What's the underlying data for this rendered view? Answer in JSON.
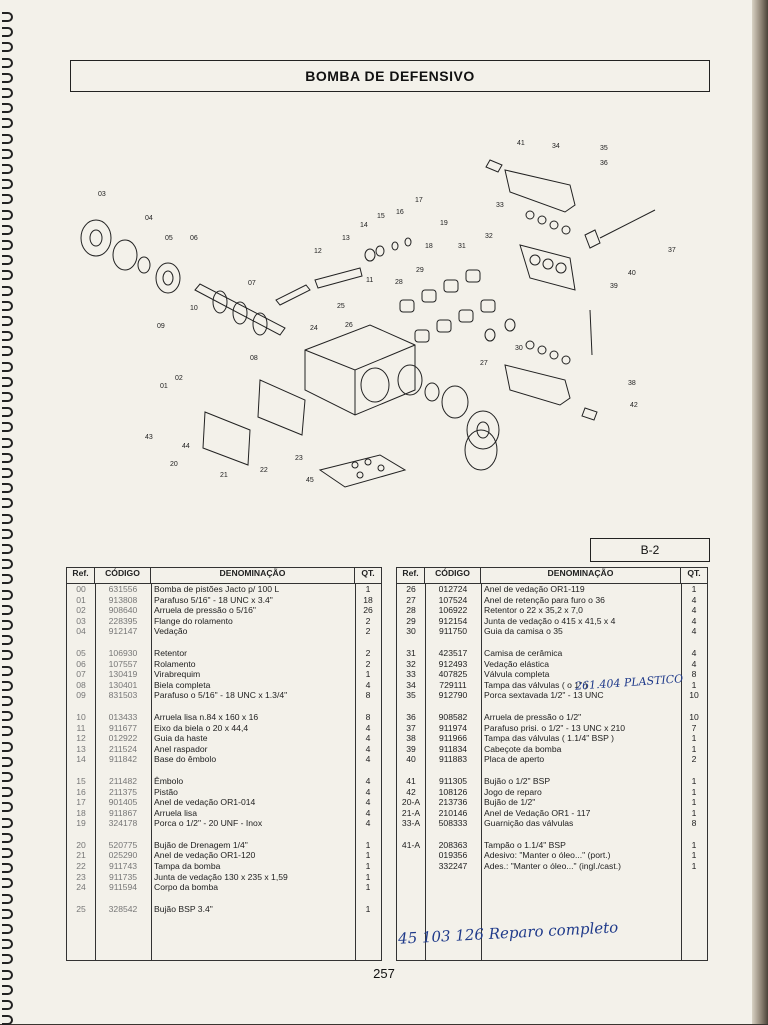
{
  "title": "BOMBA DE DEFENSIVO",
  "section": "B-2",
  "page_number": "257",
  "diagram_labels": [
    "01",
    "02",
    "03",
    "04",
    "05",
    "06",
    "07",
    "08",
    "09",
    "10",
    "11",
    "12",
    "13",
    "14",
    "15",
    "16",
    "17",
    "18",
    "19",
    "20",
    "21",
    "22",
    "23",
    "24",
    "25",
    "26",
    "27",
    "28",
    "29",
    "30",
    "31",
    "32",
    "33",
    "34",
    "35",
    "36",
    "37",
    "38",
    "39",
    "40",
    "41",
    "42",
    "43",
    "44",
    "45"
  ],
  "headers": {
    "ref": "Ref.",
    "codigo": "CÓDIGO",
    "denominacao": "DENOMINAÇÃO",
    "qt": "QT."
  },
  "left_rows": [
    {
      "ref": "00",
      "code": "631556",
      "desc": "Bomba de pistões Jacto p/ 100 L",
      "qt": "1"
    },
    {
      "ref": "01",
      "code": "913808",
      "desc": "Parafuso 5/16\" - 18 UNC x 3.4\"",
      "qt": "18"
    },
    {
      "ref": "02",
      "code": "908640",
      "desc": "Arruela de pressão o 5/16\"",
      "qt": "26"
    },
    {
      "ref": "03",
      "code": "228395",
      "desc": "Flange do rolamento",
      "qt": "2"
    },
    {
      "ref": "04",
      "code": "912147",
      "desc": "Vedação",
      "qt": "2"
    },
    {
      "ref": "05",
      "code": "106930",
      "desc": "Retentor",
      "qt": "2"
    },
    {
      "ref": "06",
      "code": "107557",
      "desc": "Rolamento",
      "qt": "2"
    },
    {
      "ref": "07",
      "code": "130419",
      "desc": "Virabrequim",
      "qt": "1"
    },
    {
      "ref": "08",
      "code": "130401",
      "desc": "Biela completa",
      "qt": "4"
    },
    {
      "ref": "09",
      "code": "831503",
      "desc": "Parafuso o 5/16\" - 18 UNC x 1.3/4\"",
      "qt": "8"
    },
    {
      "ref": "10",
      "code": "013433",
      "desc": "Arruela lisa n.84 x 160 x 16",
      "qt": "8"
    },
    {
      "ref": "11",
      "code": "911677",
      "desc": "Eixo da biela o 20 x 44,4",
      "qt": "4"
    },
    {
      "ref": "12",
      "code": "012922",
      "desc": "Guia da haste",
      "qt": "4"
    },
    {
      "ref": "13",
      "code": "211524",
      "desc": "Anel raspador",
      "qt": "4"
    },
    {
      "ref": "14",
      "code": "911842",
      "desc": "Base do êmbolo",
      "qt": "4"
    },
    {
      "ref": "15",
      "code": "211482",
      "desc": "Êmbolo",
      "qt": "4"
    },
    {
      "ref": "16",
      "code": "211375",
      "desc": "Pistão",
      "qt": "4"
    },
    {
      "ref": "17",
      "code": "901405",
      "desc": "Anel de vedação OR1-014",
      "qt": "4"
    },
    {
      "ref": "18",
      "code": "911867",
      "desc": "Arruela lisa",
      "qt": "4"
    },
    {
      "ref": "19",
      "code": "324178",
      "desc": "Porca o 1/2\" - 20 UNF - Inox",
      "qt": "4"
    },
    {
      "ref": "20",
      "code": "520775",
      "desc": "Bujão de Drenagem 1/4\"",
      "qt": "1"
    },
    {
      "ref": "21",
      "code": "025290",
      "desc": "Anel de vedação OR1-120",
      "qt": "1"
    },
    {
      "ref": "22",
      "code": "911743",
      "desc": "Tampa da bomba",
      "qt": "1"
    },
    {
      "ref": "23",
      "code": "911735",
      "desc": "Junta de vedação 130 x 235 x 1,59",
      "qt": "1"
    },
    {
      "ref": "24",
      "code": "911594",
      "desc": "Corpo da bomba",
      "qt": "1"
    },
    {
      "ref": "25",
      "code": "328542",
      "desc": "Bujão BSP 3.4\"",
      "qt": "1"
    }
  ],
  "right_rows": [
    {
      "ref": "26",
      "code": "012724",
      "desc": "Anel de vedação OR1-119",
      "qt": "1"
    },
    {
      "ref": "27",
      "code": "107524",
      "desc": "Anel de retenção para furo o 36",
      "qt": "4"
    },
    {
      "ref": "28",
      "code": "106922",
      "desc": "Retentor o 22 x 35,2 x 7,0",
      "qt": "4"
    },
    {
      "ref": "29",
      "code": "912154",
      "desc": "Junta de vedação o 415 x 41,5 x 4",
      "qt": "4"
    },
    {
      "ref": "30",
      "code": "911750",
      "desc": "Guia da camisa o 35",
      "qt": "4"
    },
    {
      "ref": "31",
      "code": "423517",
      "desc": "Camisa de cerâmica",
      "qt": "4"
    },
    {
      "ref": "32",
      "code": "912493",
      "desc": "Vedação elástica",
      "qt": "4"
    },
    {
      "ref": "33",
      "code": "407825",
      "desc": "Válvula completa",
      "qt": "8"
    },
    {
      "ref": "34",
      "code": "729111",
      "desc": "Tampa das válvulas ( o 1\" )",
      "qt": "1"
    },
    {
      "ref": "35",
      "code": "912790",
      "desc": "Porca sextavada 1/2\" - 13 UNC",
      "qt": "10"
    },
    {
      "ref": "36",
      "code": "908582",
      "desc": "Arruela de pressão o 1/2\"",
      "qt": "10"
    },
    {
      "ref": "37",
      "code": "911974",
      "desc": "Parafuso prisi. o 1/2\" - 13 UNC x 210",
      "qt": "7"
    },
    {
      "ref": "38",
      "code": "911966",
      "desc": "Tampa das válvulas ( 1.1/4\" BSP )",
      "qt": "1"
    },
    {
      "ref": "39",
      "code": "911834",
      "desc": "Cabeçote da bomba",
      "qt": "1"
    },
    {
      "ref": "40",
      "code": "911883",
      "desc": "Placa de aperto",
      "qt": "2"
    },
    {
      "ref": "41",
      "code": "911305",
      "desc": "Bujão o 1/2\" BSP",
      "qt": "1"
    },
    {
      "ref": "42",
      "code": "108126",
      "desc": "Jogo de reparo",
      "qt": "1"
    },
    {
      "ref": "20-A",
      "code": "213736",
      "desc": "Bujão de 1/2\"",
      "qt": "1"
    },
    {
      "ref": "21-A",
      "code": "210146",
      "desc": "Anel de Vedação OR1 - 117",
      "qt": "1"
    },
    {
      "ref": "33-A",
      "code": "508333",
      "desc": "Guarnição das válvulas",
      "qt": "8"
    },
    {
      "ref": "41-A",
      "code": "208363",
      "desc": "Tampão o 1.1/4\" BSP",
      "qt": "1"
    },
    {
      "ref": "",
      "code": "019356",
      "desc": "Adesivo: \"Manter o óleo...\" (port.)",
      "qt": "1"
    },
    {
      "ref": "",
      "code": "332247",
      "desc": "Ades.: \"Manter o óleo...\" (ingl./cast.)",
      "qt": "1"
    }
  ],
  "handwritten": {
    "note_33": "261.404 PLASTICO",
    "bottom": "45  103 126  Reparo completo"
  }
}
